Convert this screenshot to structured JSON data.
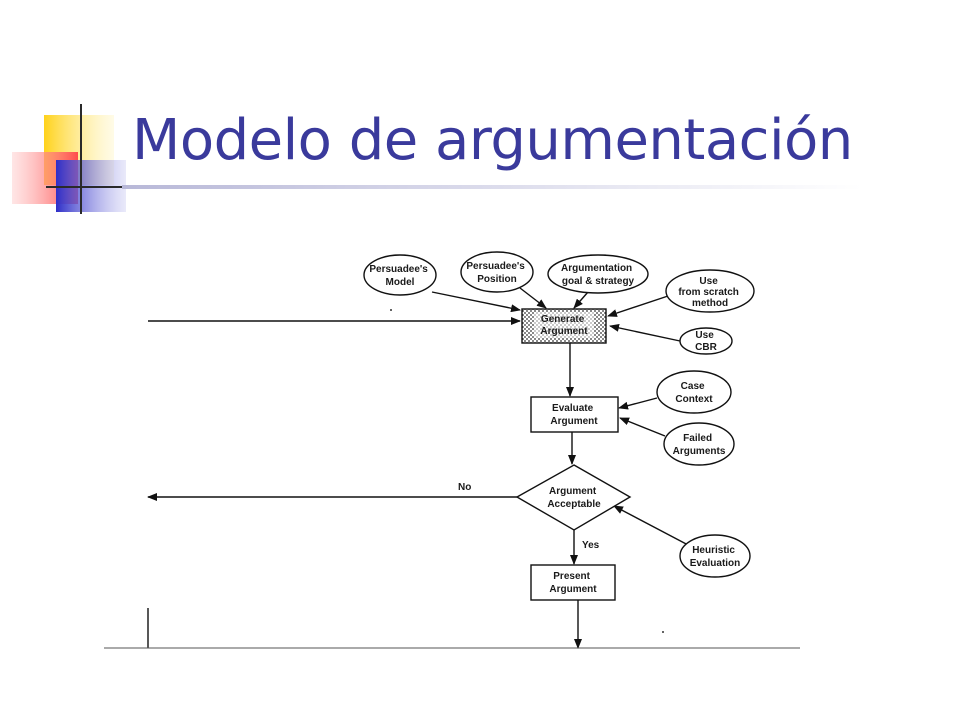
{
  "slide": {
    "title": "Modelo de argumentación"
  },
  "colors": {
    "title": "#3a3a9c",
    "deco_yellow": "#ffd21a",
    "deco_red": "#ff4b4b",
    "deco_blue": "#2e2ec8"
  },
  "diagram": {
    "inputs": {
      "persuadee_model": [
        "Persuadee's",
        "Model"
      ],
      "persuadee_position": [
        "Persuadee's",
        "Position"
      ],
      "argumentation_goal": [
        "Argumentation",
        "goal & strategy"
      ],
      "use_scratch": [
        "Use",
        "from scratch",
        "method"
      ],
      "use_cbr": [
        "Use",
        "CBR"
      ],
      "case_context": [
        "Case",
        "Context"
      ],
      "failed_arguments": [
        "Failed",
        "Arguments"
      ],
      "heuristic_evaluation": [
        "Heuristic",
        "Evaluation"
      ]
    },
    "steps": {
      "generate": [
        "Generate",
        "Argument"
      ],
      "evaluate": [
        "Evaluate",
        "Argument"
      ],
      "decision": [
        "Argument",
        "Acceptable"
      ],
      "present": [
        "Present",
        "Argument"
      ]
    },
    "edges": {
      "no": "No",
      "yes": "Yes"
    }
  }
}
